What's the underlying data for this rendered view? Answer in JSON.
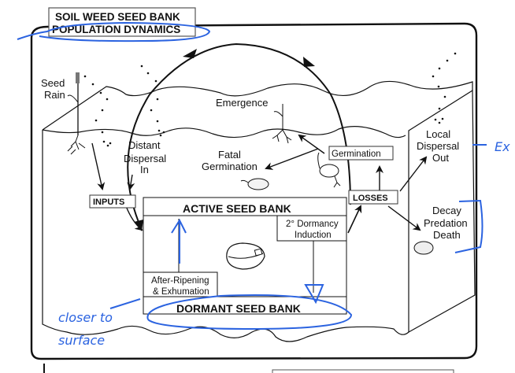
{
  "title": {
    "line1": "SOIL WEED SEED BANK",
    "line2": "POPULATION DYNAMICS"
  },
  "labels": {
    "seed_rain_1": "Seed",
    "seed_rain_2": "Rain",
    "emergence": "Emergence",
    "distant_dispersal_1": "Distant",
    "distant_dispersal_2": "Dispersal",
    "distant_dispersal_3": "In",
    "fatal_germination_1": "Fatal",
    "fatal_germination_2": "Germination",
    "germination": "Germination",
    "local_dispersal_1": "Local",
    "local_dispersal_2": "Dispersal",
    "local_dispersal_3": "Out",
    "inputs": "INPUTS",
    "losses": "LOSSES",
    "active_seed_bank": "ACTIVE SEED BANK",
    "dormancy_induction_1": "2° Dormancy",
    "dormancy_induction_2": "Induction",
    "after_ripening_1": "After-Ripening",
    "after_ripening_2": "& Exhumation",
    "dormant_seed_bank": "DORMANT SEED BANK",
    "decay_1": "Decay",
    "decay_2": "Predation",
    "decay_3": "Death"
  },
  "annotations": {
    "color": "#2b63e0",
    "closer_1": "closer to",
    "closer_2": "surface",
    "right_note": "Ex"
  }
}
